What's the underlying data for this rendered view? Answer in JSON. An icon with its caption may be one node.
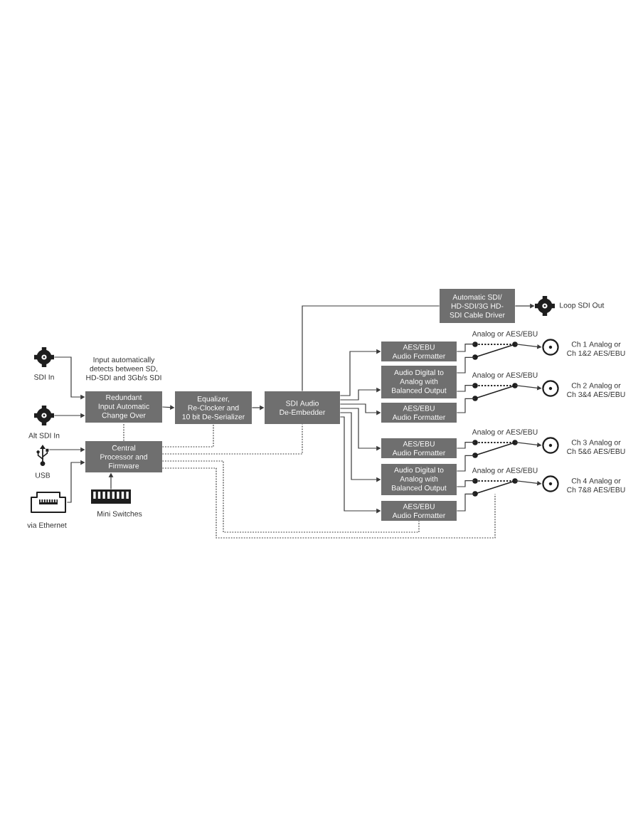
{
  "diagram": {
    "nodes": [
      {
        "text": [],
        "shape": "circle",
        "beside": [
          "SDI In"
        ]
      },
      {
        "text": [
          "Redundant Input Automatic Change Over"
        ]
      },
      {
        "text": [],
        "shape": "circle",
        "beside": [
          "Alt SDI In"
        ]
      },
      {
        "text": [],
        "shape": "picture",
        "beside": [
          "USB"
        ]
      },
      {
        "text": [
          "Central Processor and Firmware"
        ]
      },
      {
        "text": [],
        "shape": "picture",
        "beside": [
          "via Ethernet"
        ]
      },
      {
        "text": [],
        "shape": "picture",
        "beside": [
          "Mini Switches"
        ]
      },
      {
        "text": [
          "Equalizer, Re-Clocker and 10 bit De-Serializer"
        ]
      },
      {
        "text": [
          "SDI Audio De-Embedder"
        ]
      },
      {
        "text": [
          "Automatic SDI/ HD-SDI/3G HD- SDI Cable Driver"
        ]
      },
      {
        "text": [],
        "shape": "circle",
        "beside": [
          "Loop SDI Out"
        ]
      },
      {
        "text": [
          "AES/EBU Audio Formatter"
        ]
      },
      {
        "text": [
          "Audio Digital to Analog with Balanced Output"
        ]
      },
      {
        "text": [
          "AES/EBU Audio Formatter"
        ]
      },
      {
        "text": [
          "AES/EBU Audio Formatter"
        ]
      },
      {
        "text": [
          "Audio Digital to Analog with Balanced Output"
        ]
      },
      {
        "text": [
          "AES/EBU Audio Formatter"
        ]
      },
      {
        "text": [],
        "shape": "picture",
        "beside": [
          "Analog or AES/EBU"
        ]
      },
      {
        "text": [],
        "shape": "picture",
        "beside": [
          "Analog or AES/EBU"
        ]
      },
      {
        "text": [],
        "shape": "picture",
        "beside": [
          "Analog or AES/EBU"
        ]
      },
      {
        "text": [],
        "shape": "picture",
        "beside": [
          "Analog or AES/EBU"
        ]
      },
      {
        "text": [],
        "shape": "circle",
        "beside": [
          "Ch 1 Analog or Ch 1&2 AES/EBU"
        ]
      },
      {
        "text": [],
        "shape": "circle",
        "beside": [
          "Ch 2 Analog or Ch 3&4 AES/EBU"
        ]
      },
      {
        "text": [],
        "shape": "circle",
        "beside": [
          "Ch 3 Analog or Ch 5&6 AES/EBU"
        ]
      },
      {
        "text": [],
        "shape": "circle",
        "beside": [
          "Ch 4 Analog or Ch 7&8 AES/EBU"
        ]
      }
    ],
    "edges": [
      {
        "from": 0,
        "to": 1,
        "arrow": "to"
      },
      {
        "from": 2,
        "to": 1,
        "arrow": "to"
      },
      {
        "from": 1,
        "to": 7,
        "arrow": "to"
      },
      {
        "from": 7,
        "to": 8,
        "arrow": "to"
      },
      {
        "from": 4,
        "to": 1,
        "arrow": "none",
        "style": "dashed"
      },
      {
        "from": 3,
        "to": 4,
        "arrow": "to"
      },
      {
        "from": 5,
        "to": 4,
        "arrow": "to"
      },
      {
        "from": 6,
        "to": 4,
        "arrow": "to"
      },
      {
        "from": 4,
        "to": 7,
        "arrow": "none",
        "style": "dashed"
      },
      {
        "from": 4,
        "to": 8,
        "arrow": "none",
        "style": "dashed"
      },
      {
        "from": 4,
        "to": 16,
        "arrow": "none",
        "style": "dashed"
      },
      {
        "from": 4,
        "to": 20,
        "arrow": "none",
        "style": "dashed"
      },
      {
        "from": 8,
        "to": 9,
        "arrow": "none"
      },
      {
        "from": 9,
        "to": 10,
        "arrow": "to"
      },
      {
        "from": 8,
        "to": 11,
        "arrow": "to"
      },
      {
        "from": 8,
        "to": 12,
        "arrow": "to"
      },
      {
        "from": 8,
        "to": 13,
        "arrow": "to"
      },
      {
        "from": 8,
        "to": 14,
        "arrow": "to"
      },
      {
        "from": 8,
        "to": 15,
        "arrow": "to"
      },
      {
        "from": 8,
        "to": 16,
        "arrow": "to"
      },
      {
        "from": 11,
        "to": 17,
        "arrow": "none"
      },
      {
        "from": 12,
        "to": 17,
        "arrow": "none"
      },
      {
        "from": 12,
        "to": 18,
        "arrow": "none"
      },
      {
        "from": 13,
        "to": 18,
        "arrow": "none"
      },
      {
        "from": 14,
        "to": 19,
        "arrow": "none"
      },
      {
        "from": 15,
        "to": 19,
        "arrow": "none"
      },
      {
        "from": 15,
        "to": 20,
        "arrow": "none"
      },
      {
        "from": 16,
        "to": 20,
        "arrow": "none"
      },
      {
        "from": 17,
        "to": 21,
        "arrow": "to"
      },
      {
        "from": 18,
        "to": 22,
        "arrow": "to"
      },
      {
        "from": 19,
        "to": 23,
        "arrow": "to"
      },
      {
        "from": 20,
        "to": 24,
        "arrow": "to"
      }
    ],
    "labels": [
      "Input automatically detects between SD, HD-SDI and 3Gb/s SDI"
    ]
  }
}
